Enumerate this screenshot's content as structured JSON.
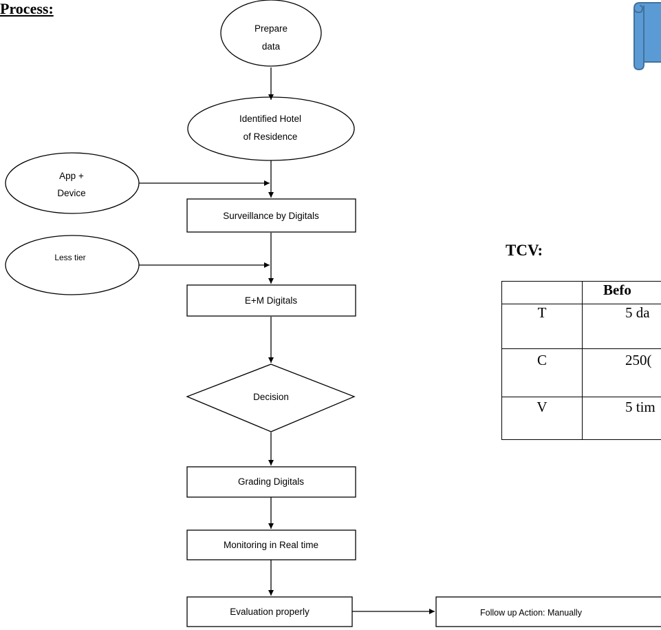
{
  "headings": {
    "process": "Process:",
    "tcv": "TCV:"
  },
  "flow": {
    "prepare_data": [
      "Prepare",
      "data"
    ],
    "identified_hotel": [
      "Identified Hotel",
      "of Residence"
    ],
    "app_device": [
      "App +",
      "Device"
    ],
    "less_tier": "Less tier",
    "surveillance": "Surveillance by Digitals",
    "em_digitals": "E+M Digitals",
    "decision": "Decision",
    "grading": "Grading Digitals",
    "monitoring": "Monitoring in Real time",
    "evaluation": "Evaluation properly",
    "follow_up": "Follow up Action: Manually"
  },
  "tcv_table": {
    "header": [
      "",
      "Befo"
    ],
    "rows": [
      {
        "label": "T",
        "value": "5 da"
      },
      {
        "label": "C",
        "value": "250("
      },
      {
        "label": "V",
        "value": "5 tim"
      }
    ]
  },
  "colors": {
    "stroke": "#000000",
    "scroll_fill": "#5B9BD5",
    "scroll_stroke": "#41719C"
  },
  "icons": [
    "scroll-icon"
  ]
}
